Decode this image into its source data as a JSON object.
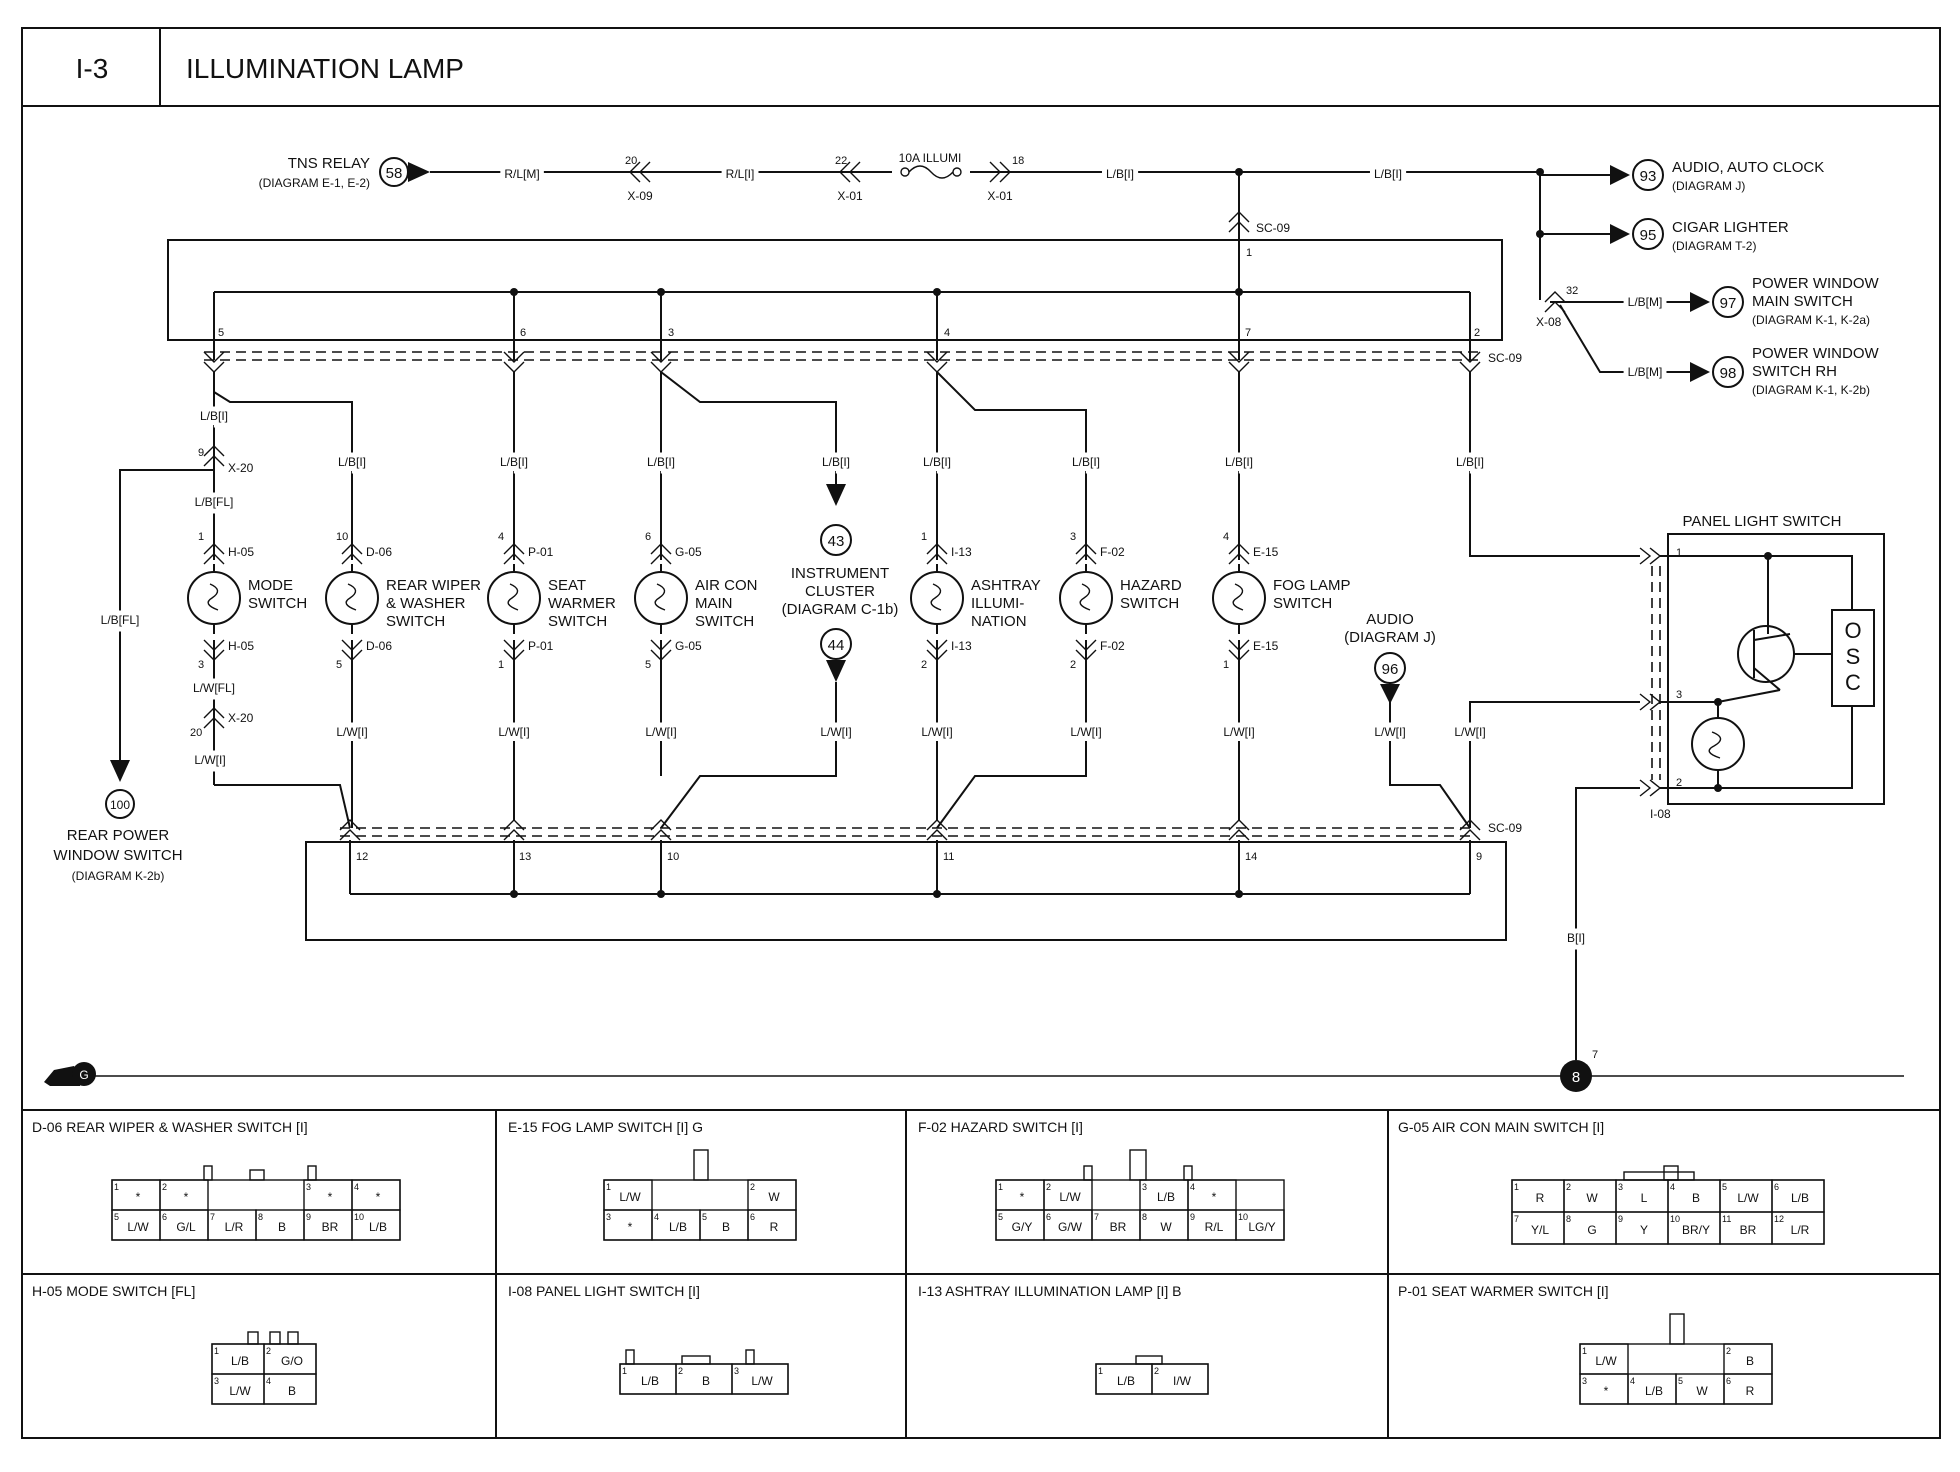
{
  "header": {
    "code": "I-3",
    "title": "ILLUMINATION LAMP"
  },
  "top_line": {
    "tns_relay": "TNS RELAY",
    "tns_relay_ref": "(DIAGRAM E-1, E-2)",
    "tns_relay_num": "58",
    "wire_rlm": "R/L[M]",
    "wire_rli": "R/L[I]",
    "fuse": "10A ILLUMI",
    "c1_pin": "20",
    "c1": "X-09",
    "c2_pin": "22",
    "c2": "X-01",
    "c3_pin": "18",
    "c3": "X-01",
    "wire_lbi_a": "L/B[I]",
    "wire_lbi_b": "L/B[I]",
    "sc_top": "SC-09",
    "outputs": [
      {
        "num": "93",
        "line1": "AUDIO, AUTO CLOCK",
        "line2": "(DIAGRAM J)"
      },
      {
        "num": "95",
        "line1": "CIGAR LIGHTER",
        "line2": "(DIAGRAM T-2)"
      },
      {
        "num": "97",
        "line1": "POWER WINDOW",
        "line2": "MAIN SWITCH",
        "line3": "(DIAGRAM K-1, K-2a)",
        "wire": "L/B[M]"
      },
      {
        "num": "98",
        "line1": "POWER WINDOW",
        "line2": "SWITCH RH",
        "line3": "(DIAGRAM K-1, K-2b)",
        "wire": "L/B[M]"
      }
    ],
    "x08": "X-08",
    "x08_pin": "32"
  },
  "sc_upper": {
    "label": "SC-09",
    "pins": [
      "5",
      "6",
      "3",
      "4",
      "7",
      "2",
      "1"
    ]
  },
  "sc_lower": {
    "label": "SC-09",
    "pins": [
      "12",
      "13",
      "10",
      "11",
      "14",
      "9"
    ]
  },
  "lamps": [
    {
      "name1": "MODE",
      "name2": "SWITCH",
      "name3": "",
      "top_pin": "1",
      "conn": "H-05",
      "bot_pin": "3"
    },
    {
      "name1": "REAR WIPER",
      "name2": "& WASHER",
      "name3": "SWITCH",
      "top_pin": "10",
      "conn": "D-06",
      "bot_pin": "5"
    },
    {
      "name1": "SEAT",
      "name2": "WARMER",
      "name3": "SWITCH",
      "top_pin": "4",
      "conn": "P-01",
      "bot_pin": "1"
    },
    {
      "name1": "AIR CON",
      "name2": "MAIN",
      "name3": "SWITCH",
      "top_pin": "6",
      "conn": "G-05",
      "bot_pin": "5"
    },
    {
      "name1": "ASHTRAY",
      "name2": "ILLUMI-",
      "name3": "NATION",
      "top_pin": "1",
      "conn": "I-13",
      "bot_pin": "2"
    },
    {
      "name1": "HAZARD",
      "name2": "SWITCH",
      "name3": "",
      "top_pin": "3",
      "conn": "F-02",
      "bot_pin": "2"
    },
    {
      "name1": "FOG LAMP",
      "name2": "SWITCH",
      "name3": "",
      "top_pin": "4",
      "conn": "E-15",
      "bot_pin": "1"
    }
  ],
  "wires": {
    "lbi": "L/B[I]",
    "lwi": "L/W[I]",
    "lbfl": "L/B[FL]",
    "lwfl": "L/W[FL]",
    "bi": "B[I]"
  },
  "mode_branch": {
    "x20": "X-20",
    "pin9": "9",
    "pin20": "20"
  },
  "rear_power": {
    "num": "100",
    "line1": "REAR POWER",
    "line2": "WINDOW SWITCH",
    "line3": "(DIAGRAM K-2b)"
  },
  "instrument": {
    "in_num": "43",
    "out_num": "44",
    "line1": "INSTRUMENT",
    "line2": "CLUSTER",
    "line3": "(DIAGRAM C-1b)"
  },
  "audio": {
    "num": "96",
    "line1": "AUDIO",
    "line2": "(DIAGRAM J)"
  },
  "panel_switch": {
    "title": "PANEL LIGHT SWITCH",
    "osc": [
      "O",
      "S",
      "C"
    ],
    "pins": [
      "1",
      "3",
      "2"
    ],
    "conn": "I-08"
  },
  "ground": {
    "g": "G",
    "num": "8",
    "pin": "7"
  },
  "connectors": [
    {
      "title": "D-06 REAR WIPER & WASHER SWITCH [I]"
    },
    {
      "title": "E-15 FOG LAMP SWITCH [I] G"
    },
    {
      "title": "F-02 HAZARD SWITCH [I]"
    },
    {
      "title": "G-05 AIR CON MAIN SWITCH [I]"
    },
    {
      "title": "H-05 MODE SWITCH [FL]"
    },
    {
      "title": "I-08 PANEL LIGHT SWITCH [I]"
    },
    {
      "title": "I-13 ASHTRAY ILLUMINATION LAMP [I] B"
    },
    {
      "title": "P-01 SEAT WARMER SWITCH [I]"
    }
  ],
  "cells": {
    "d06": [
      [
        "1",
        "*"
      ],
      [
        "2",
        "*"
      ],
      [
        "3",
        "*"
      ],
      [
        "4",
        "*"
      ],
      [
        "5",
        "L/W"
      ],
      [
        "6",
        "G/L"
      ],
      [
        "7",
        "L/R"
      ],
      [
        "8",
        "B"
      ],
      [
        "9",
        "BR"
      ],
      [
        "10",
        "L/B"
      ]
    ],
    "e15": [
      [
        "1",
        "L/W"
      ],
      [
        "2",
        "W"
      ],
      [
        "3",
        "*"
      ],
      [
        "4",
        "L/B"
      ],
      [
        "5",
        "B"
      ],
      [
        "6",
        "R"
      ]
    ],
    "f02": [
      [
        "1",
        "*"
      ],
      [
        "2",
        "L/W"
      ],
      [
        "3",
        "L/B"
      ],
      [
        "4",
        "*"
      ],
      [
        "5",
        "G/Y"
      ],
      [
        "6",
        "G/W"
      ],
      [
        "7",
        "BR"
      ],
      [
        "8",
        "W"
      ],
      [
        "9",
        "R/L"
      ],
      [
        "10",
        "LG/Y"
      ]
    ],
    "g05": [
      [
        "1",
        "R"
      ],
      [
        "2",
        "W"
      ],
      [
        "3",
        "L"
      ],
      [
        "4",
        "B"
      ],
      [
        "5",
        "L/W"
      ],
      [
        "6",
        "L/B"
      ],
      [
        "7",
        "Y/L"
      ],
      [
        "8",
        "G"
      ],
      [
        "9",
        "Y"
      ],
      [
        "10",
        "BR/Y"
      ],
      [
        "11",
        "BR"
      ],
      [
        "12",
        "L/R"
      ]
    ],
    "h05": [
      [
        "1",
        "L/B"
      ],
      [
        "2",
        "G/O"
      ],
      [
        "3",
        "L/W"
      ],
      [
        "4",
        "B"
      ]
    ],
    "i08": [
      [
        "1",
        "L/B"
      ],
      [
        "2",
        "B"
      ],
      [
        "3",
        "L/W"
      ]
    ],
    "i13": [
      [
        "1",
        "L/B"
      ],
      [
        "2",
        "I/W"
      ]
    ],
    "p01": [
      [
        "1",
        "L/W"
      ],
      [
        "2",
        "B"
      ],
      [
        "3",
        "*"
      ],
      [
        "4",
        "L/B"
      ],
      [
        "5",
        "W"
      ],
      [
        "6",
        "R"
      ]
    ]
  }
}
